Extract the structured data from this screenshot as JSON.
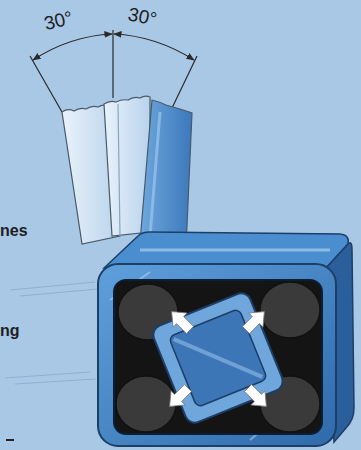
{
  "diagram": {
    "labels": [
      "30°",
      "30°",
      "nes",
      "ng"
    ]
  }
}
